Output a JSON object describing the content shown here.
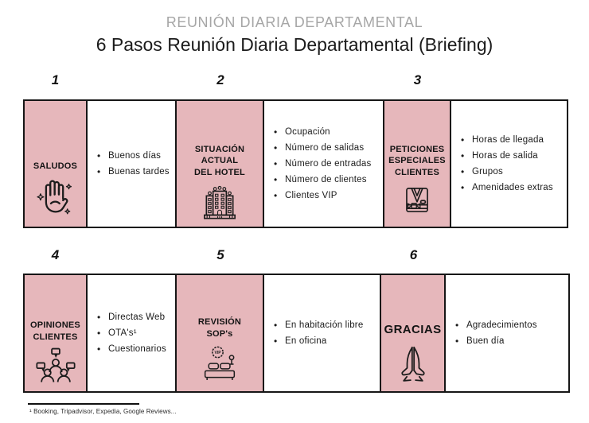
{
  "header": {
    "title": "REUNIÓN DIARIA DEPARTAMENTAL",
    "subtitle": "6 Pasos Reunión Diaria Departamental (Briefing)"
  },
  "colors": {
    "accent_pink": "#e6b7bb",
    "title_gray": "#a6a6a6",
    "border_black": "#161616"
  },
  "steps": [
    {
      "number": "1",
      "icon": "waving-hand-icon",
      "label_lines": [
        "SALUDOS"
      ],
      "bullets": [
        "Buenos días",
        "Buenas tardes"
      ]
    },
    {
      "number": "2",
      "icon": "hotel-building-icon",
      "label_lines": [
        "SITUACIÓN",
        "ACTUAL",
        "DEL HOTEL"
      ],
      "bullets": [
        "Ocupación",
        "Número de salidas",
        "Número de entradas",
        "Número de clientes",
        "Clientes VIP"
      ]
    },
    {
      "number": "3",
      "icon": "bathrobe-icon",
      "label_lines": [
        "PETICIONES",
        "ESPECIALES",
        "CLIENTES"
      ],
      "bullets": [
        "Horas de llegada",
        "Horas de salida",
        "Grupos",
        "Amenidades extras"
      ]
    },
    {
      "number": "4",
      "icon": "people-discussion-icon",
      "label_lines": [
        "OPINIONES",
        "CLIENTES"
      ],
      "bullets": [
        "Directas Web",
        "OTA's¹",
        "Cuestionarios"
      ]
    },
    {
      "number": "5",
      "icon": "bed-vip-icon",
      "icon_badge": "VIP",
      "label_lines": [
        "REVISIÓN",
        "SOP's"
      ],
      "bullets": [
        "En habitación libre",
        "En oficina"
      ]
    },
    {
      "number": "6",
      "icon": "praying-hands-icon",
      "label_lines": [
        "GRACIAS"
      ],
      "bullets": [
        "Agradecimientos",
        "Buen día"
      ]
    }
  ],
  "footnote": "¹ Booking, Tripadvisor, Expedia, Google Reviews..."
}
